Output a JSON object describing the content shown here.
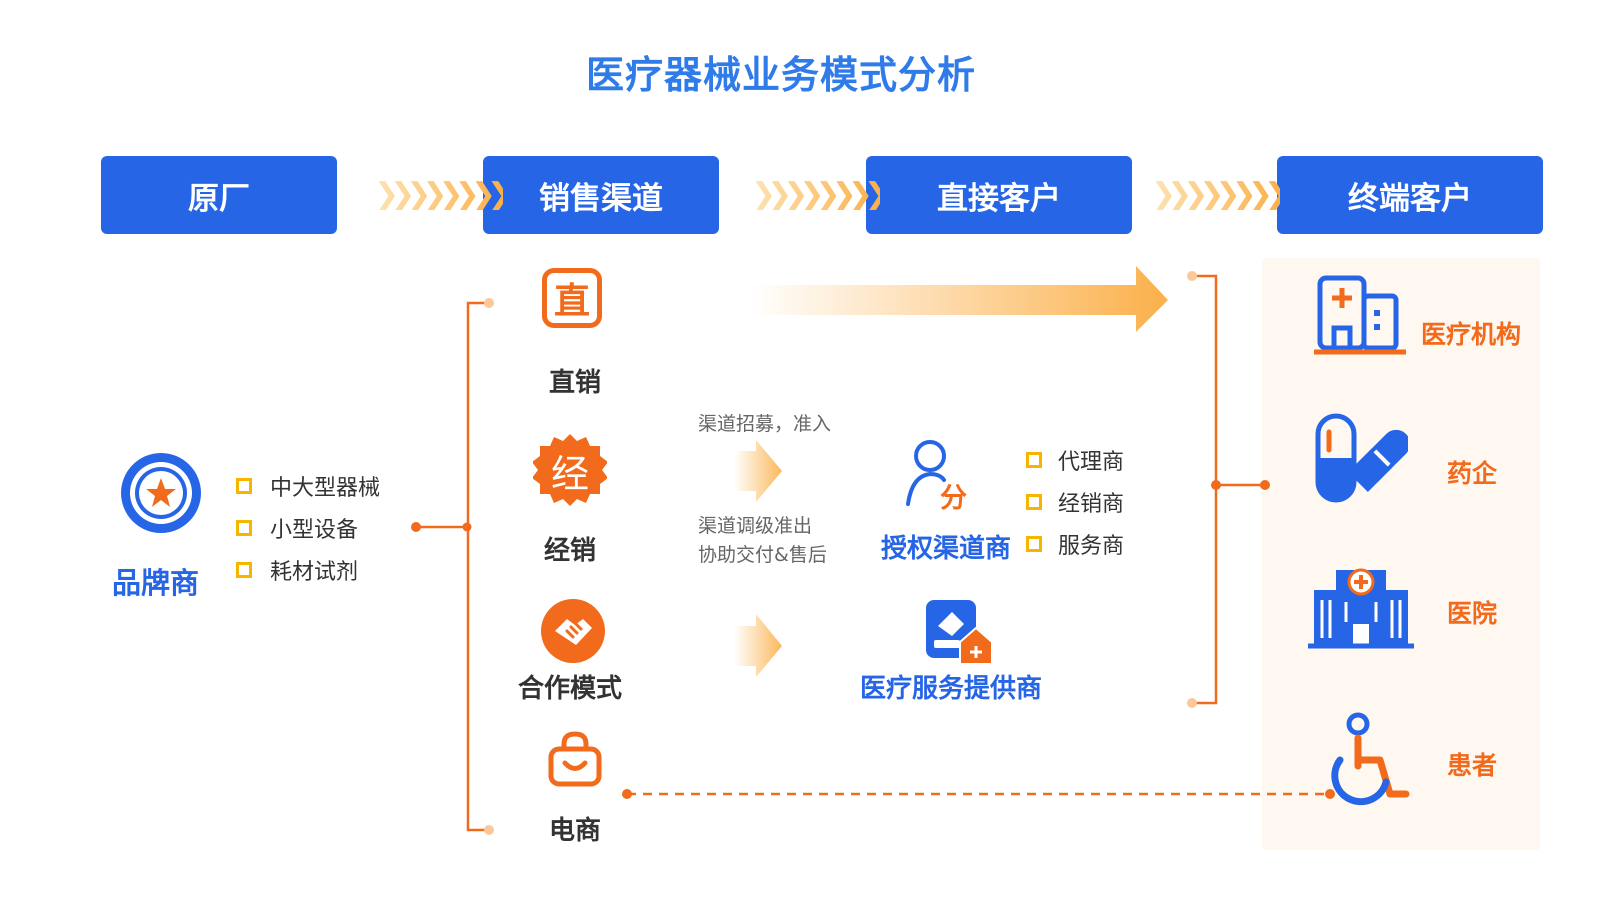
{
  "title": "医疗器械业务模式分析",
  "stages": [
    "原厂",
    "销售渠道",
    "直接客户",
    "终端客户"
  ],
  "brand": {
    "label": "品牌商",
    "items": [
      "中大型器械",
      "小型设备",
      "耗材试剂"
    ]
  },
  "modes": {
    "direct": "直销",
    "distribution": "经销",
    "partner": "合作模式",
    "ecommerce": "电商"
  },
  "mode_icons": {
    "direct": "直",
    "distribution": "经"
  },
  "notes": {
    "recruit": "渠道招募，准入",
    "assist_1": "渠道调级准出",
    "assist_2": "协助交付&售后"
  },
  "authorized": {
    "label": "授权渠道商",
    "icon_char": "分",
    "items": [
      "代理商",
      "经销商",
      "服务商"
    ]
  },
  "service_provider": {
    "label": "医疗服务提供商"
  },
  "end_customers": [
    "医疗机构",
    "药企",
    "医院",
    "患者"
  ],
  "colors": {
    "blue": "#2666e6",
    "title_blue": "#2f7bea",
    "orange": "#f26a1b",
    "bullet_yellow": "#f7b500"
  }
}
